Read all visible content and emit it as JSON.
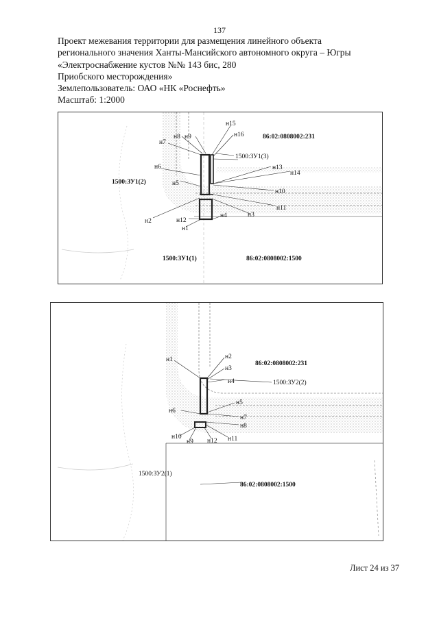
{
  "page_number": "137",
  "header": {
    "lines": [
      "Проект межевания территории для размещения линейного объекта",
      "регионального значения Ханты-Мансийского автономного округа – Югры",
      "«Электроснабжение кустов №№ 143 бис, 280",
      "Приобского месторождения»",
      "Землепользователь: ОАО «НК «Роснефть»",
      "Масштаб: 1:2000"
    ]
  },
  "map1": {
    "labels": {
      "n1": "н1",
      "n2": "н2",
      "n3": "н3",
      "n4": "н4",
      "n5": "н5",
      "n6": "н6",
      "n7": "н7",
      "n8": "н8",
      "n9": "н9",
      "n10": "н10",
      "n11": "н11",
      "n12": "н12",
      "n13": "н13",
      "n14": "н14",
      "n15": "н15",
      "n16": "н16",
      "zu3": "1500:ЗУ1(3)",
      "zu2": "1500:ЗУ1(2)",
      "zu1": "1500:ЗУ1(1)",
      "cad231": "86:02:0808002:231",
      "cad1500": "86:02:0808002:1500"
    }
  },
  "map2": {
    "labels": {
      "n1": "н1",
      "n2": "н2",
      "n3": "н3",
      "n4": "н4",
      "n5": "н5",
      "n6": "н6",
      "n7": "н7",
      "n8": "н8",
      "n9": "н9",
      "n10": "н10",
      "n11": "н11",
      "n12": "н12",
      "zu2": "1500:ЗУ2(2)",
      "zu1": "1500:ЗУ2(1)",
      "cad231": "86:02:0808002:231",
      "cad1500": "86:02:0808002:1500"
    }
  },
  "footer": {
    "sheet": "Лист 24 из 37"
  }
}
